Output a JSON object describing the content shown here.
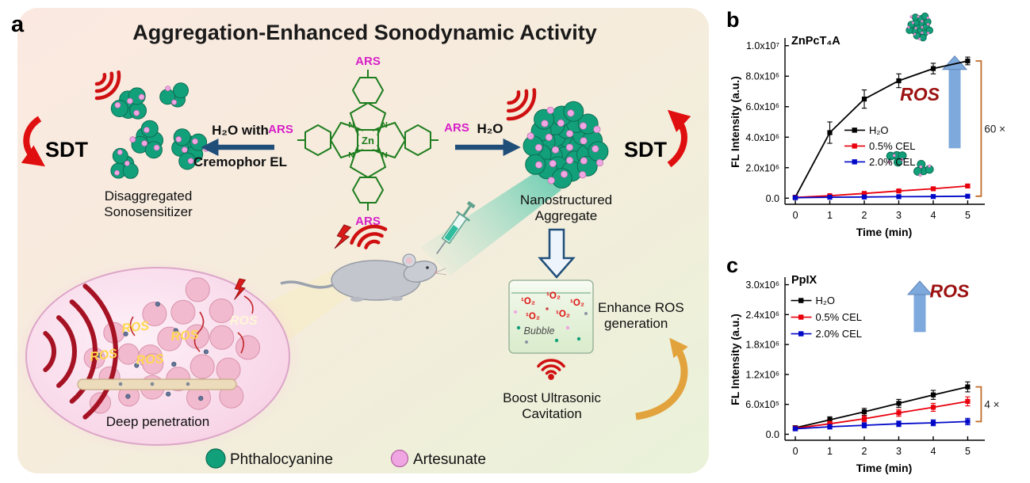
{
  "panel_a": {
    "label": "a",
    "title": "Aggregation-Enhanced Sonodynamic Activity",
    "sdt_left": "SDT",
    "sdt_right": "SDT",
    "arrow_left_top": "H₂O with",
    "arrow_left_bottom": "Cremophor EL",
    "arrow_right_top": "H₂O",
    "disagg_line1": "Disaggregated",
    "disagg_line2": "Sonosensitizer",
    "agg_line1": "Nanostructured",
    "agg_line2": "Aggregate",
    "molecule": {
      "ars": "ARS",
      "zn": "Zn",
      "n": "N"
    },
    "chamber": {
      "singlet_oxygen": "¹O₂",
      "bubble": "Bubble"
    },
    "enhance_line1": "Enhance ROS",
    "enhance_line2": "generation",
    "boost_line1": "Boost Ultrasonic",
    "boost_line2": "Cavitation",
    "tumor": {
      "ros": "ROS",
      "caption": "Deep penetration"
    },
    "legend": [
      {
        "label": "Phthalocyanine",
        "color": "#12a07b"
      },
      {
        "label": "Artesunate",
        "color": "#efa6e3"
      }
    ],
    "palette": {
      "sdt_red": "#e00f0f",
      "arrow_navy": "#1f4e79",
      "gold": "#e2a33d",
      "ultrasound_red": "#cf1010"
    }
  },
  "panel_b": {
    "label": "b"
  },
  "panel_c": {
    "label": "c"
  },
  "chart_data": [
    {
      "id": "chart-b",
      "type": "line",
      "title": "ZnPcT₄A",
      "xlabel": "Time (min)",
      "ylabel": "FL Intensity (a.u.)",
      "x": [
        0,
        1,
        2,
        3,
        4,
        5
      ],
      "xlim": [
        -0.3,
        5.45
      ],
      "ylim": [
        -400000,
        10400000
      ],
      "xticks": [
        0,
        1,
        2,
        3,
        4,
        5
      ],
      "xtick_labels": [
        "0",
        "1",
        "2",
        "3",
        "4",
        "5"
      ],
      "yticks": [
        0,
        2000000,
        4000000,
        6000000,
        8000000,
        10000000
      ],
      "ytick_labels": [
        "0.0",
        "2.0x10⁶",
        "4.0x10⁶",
        "6.0x10⁶",
        "8.0x10⁶",
        "1.0x10⁷"
      ],
      "grid": false,
      "legend_position": "inside-center-left",
      "series": [
        {
          "name": "H₂O",
          "color": "#000000",
          "values": [
            60000,
            4300000,
            6500000,
            7700000,
            8500000,
            9000000
          ],
          "errors": [
            80000,
            700000,
            600000,
            450000,
            350000,
            250000
          ]
        },
        {
          "name": "0.5% CEL",
          "color": "#e8000d",
          "values": [
            50000,
            160000,
            310000,
            470000,
            620000,
            800000
          ],
          "errors": [
            40000,
            60000,
            70000,
            80000,
            90000,
            110000
          ]
        },
        {
          "name": "2.0% CEL",
          "color": "#0008c8",
          "values": [
            30000,
            60000,
            80000,
            100000,
            110000,
            130000
          ],
          "errors": [
            30000,
            35000,
            40000,
            40000,
            45000,
            50000
          ]
        }
      ],
      "annotations": {
        "bracket": "60 ×",
        "arrow_label": "ROS"
      }
    },
    {
      "id": "chart-c",
      "type": "line",
      "title": "PpIX",
      "xlabel": "Time (min)",
      "ylabel": "FL Intensity (a.u.)",
      "x": [
        0,
        1,
        2,
        3,
        4,
        5
      ],
      "xlim": [
        -0.3,
        5.45
      ],
      "ylim": [
        -120000,
        3120000
      ],
      "xticks": [
        0,
        1,
        2,
        3,
        4,
        5
      ],
      "xtick_labels": [
        "0",
        "1",
        "2",
        "3",
        "4",
        "5"
      ],
      "yticks": [
        0,
        600000,
        1200000,
        1800000,
        2400000,
        3000000
      ],
      "ytick_labels": [
        "0.0",
        "6.0x10⁵",
        "1.2x10⁶",
        "1.8x10⁶",
        "2.4x10⁶",
        "3.0x10⁶"
      ],
      "grid": false,
      "legend_position": "inside-top-left",
      "series": [
        {
          "name": "H₂O",
          "color": "#000000",
          "values": [
            130000,
            290000,
            450000,
            620000,
            790000,
            950000
          ],
          "errors": [
            40000,
            60000,
            70000,
            80000,
            90000,
            100000
          ]
        },
        {
          "name": "0.5% CEL",
          "color": "#e8000d",
          "values": [
            120000,
            210000,
            310000,
            430000,
            540000,
            660000
          ],
          "errors": [
            40000,
            50000,
            60000,
            70000,
            80000,
            90000
          ]
        },
        {
          "name": "2.0% CEL",
          "color": "#0008c8",
          "values": [
            110000,
            150000,
            180000,
            210000,
            230000,
            255000
          ],
          "errors": [
            40000,
            45000,
            50000,
            55000,
            60000,
            65000
          ]
        }
      ],
      "annotations": {
        "bracket": "4 ×",
        "arrow_label": "ROS"
      }
    }
  ]
}
